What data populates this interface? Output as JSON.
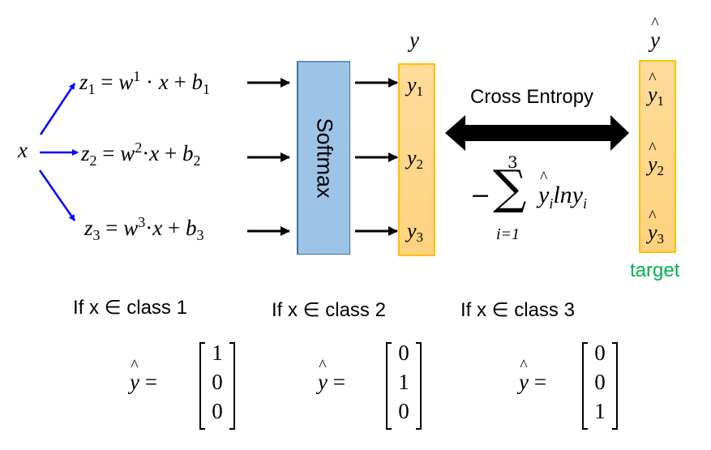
{
  "input_label": "x",
  "equations": [
    {
      "lhs": "z",
      "lhs_sub": "1",
      "w": "w",
      "w_sup": "1",
      "dot": " · ",
      "x": "x",
      "plus": " + ",
      "b": "b",
      "b_sub": "1",
      "eq": " = "
    },
    {
      "lhs": "z",
      "lhs_sub": "2",
      "w": "w",
      "w_sup": "2",
      "dot": "·",
      "x": "x",
      "plus": " + ",
      "b": "b",
      "b_sub": "2",
      "eq": " = "
    },
    {
      "lhs": "z",
      "lhs_sub": "3",
      "w": "w",
      "w_sup": "3",
      "dot": "·",
      "x": "x",
      "plus": " + ",
      "b": "b",
      "b_sub": "3",
      "eq": " = "
    }
  ],
  "softmax": {
    "label": "Softmax",
    "color": "#9dc3e6"
  },
  "output": {
    "header": "y",
    "cells": [
      {
        "base": "y",
        "sub": "1"
      },
      {
        "base": "y",
        "sub": "2"
      },
      {
        "base": "y",
        "sub": "3"
      }
    ],
    "color": "#ffd78c"
  },
  "loss": {
    "title": "Cross Entropy",
    "minus": "−",
    "sum_symbol": "∑",
    "upper": "3",
    "lower": "i=1",
    "term_hat": "y",
    "term_hat_sub": "i",
    "term_ln": "ln",
    "term_y": "y",
    "term_y_sub": "i"
  },
  "target": {
    "header": "y",
    "cells": [
      {
        "base": "y",
        "sub": "1"
      },
      {
        "base": "y",
        "sub": "2"
      },
      {
        "base": "y",
        "sub": "3"
      }
    ],
    "label": "target",
    "label_color": "#00b050"
  },
  "cases": [
    {
      "condition": "If x ∈ class 1",
      "lhs": "y",
      "eq": " =",
      "vector": [
        "1",
        "0",
        "0"
      ]
    },
    {
      "condition": "If x ∈ class 2",
      "lhs": "y",
      "eq": " =",
      "vector": [
        "0",
        "1",
        "0"
      ]
    },
    {
      "condition": "If x ∈ class 3",
      "lhs": "y",
      "eq": " =",
      "vector": [
        "0",
        "0",
        "1"
      ]
    }
  ]
}
